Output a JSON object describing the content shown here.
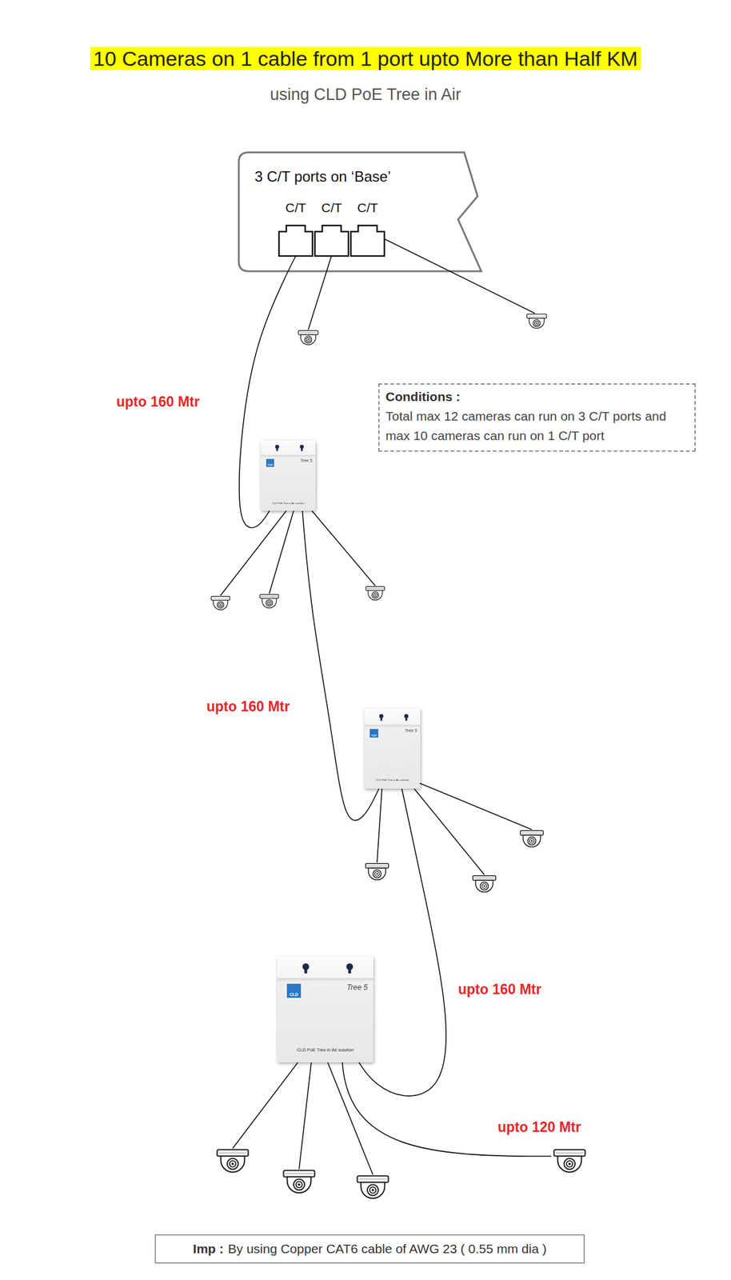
{
  "diagram": {
    "title": "10 Cameras on 1 cable from 1 port upto More than Half KM",
    "nodes": [
      {
        "text": [
          "3 C/T ports on ‘Base’"
        ]
      },
      {
        "text": [
          "C/T"
        ],
        "in": 0
      },
      {
        "text": [
          "C/T"
        ],
        "in": 0
      },
      {
        "text": [
          "C/T"
        ],
        "in": 0
      },
      {
        "text": [
          "Conditions :",
          "Total max 12 cameras can run on 3 C/T ports and max 10 cameras can run on 1 C/T port"
        ]
      },
      {
        "text": [
          "Tree 5",
          "CLD",
          "CLD PoE Tree in Air solution"
        ]
      },
      {
        "text": [
          "Tree 5",
          "CLD",
          "CLD PoE Tree in Air solution"
        ]
      },
      {
        "text": [
          "Tree 5",
          "CLD",
          "CLD PoE Tree in Air solution"
        ]
      },
      {
        "text": [
          "Imp :",
          "By using Copper CAT6 cable of AWG 23 ( 0.55 mm dia )"
        ]
      }
    ],
    "edges": [
      {
        "from": 1,
        "to": 5,
        "arrow": "none",
        "label": "upto 160 Mtr"
      },
      {
        "from": 5,
        "to": 6,
        "arrow": "none",
        "label": "upto 160 Mtr"
      },
      {
        "from": 6,
        "to": 7,
        "arrow": "none",
        "label": "upto 160 Mtr"
      }
    ],
    "labels": [
      "using CLD PoE Tree in Air",
      "upto 120 Mtr"
    ]
  }
}
